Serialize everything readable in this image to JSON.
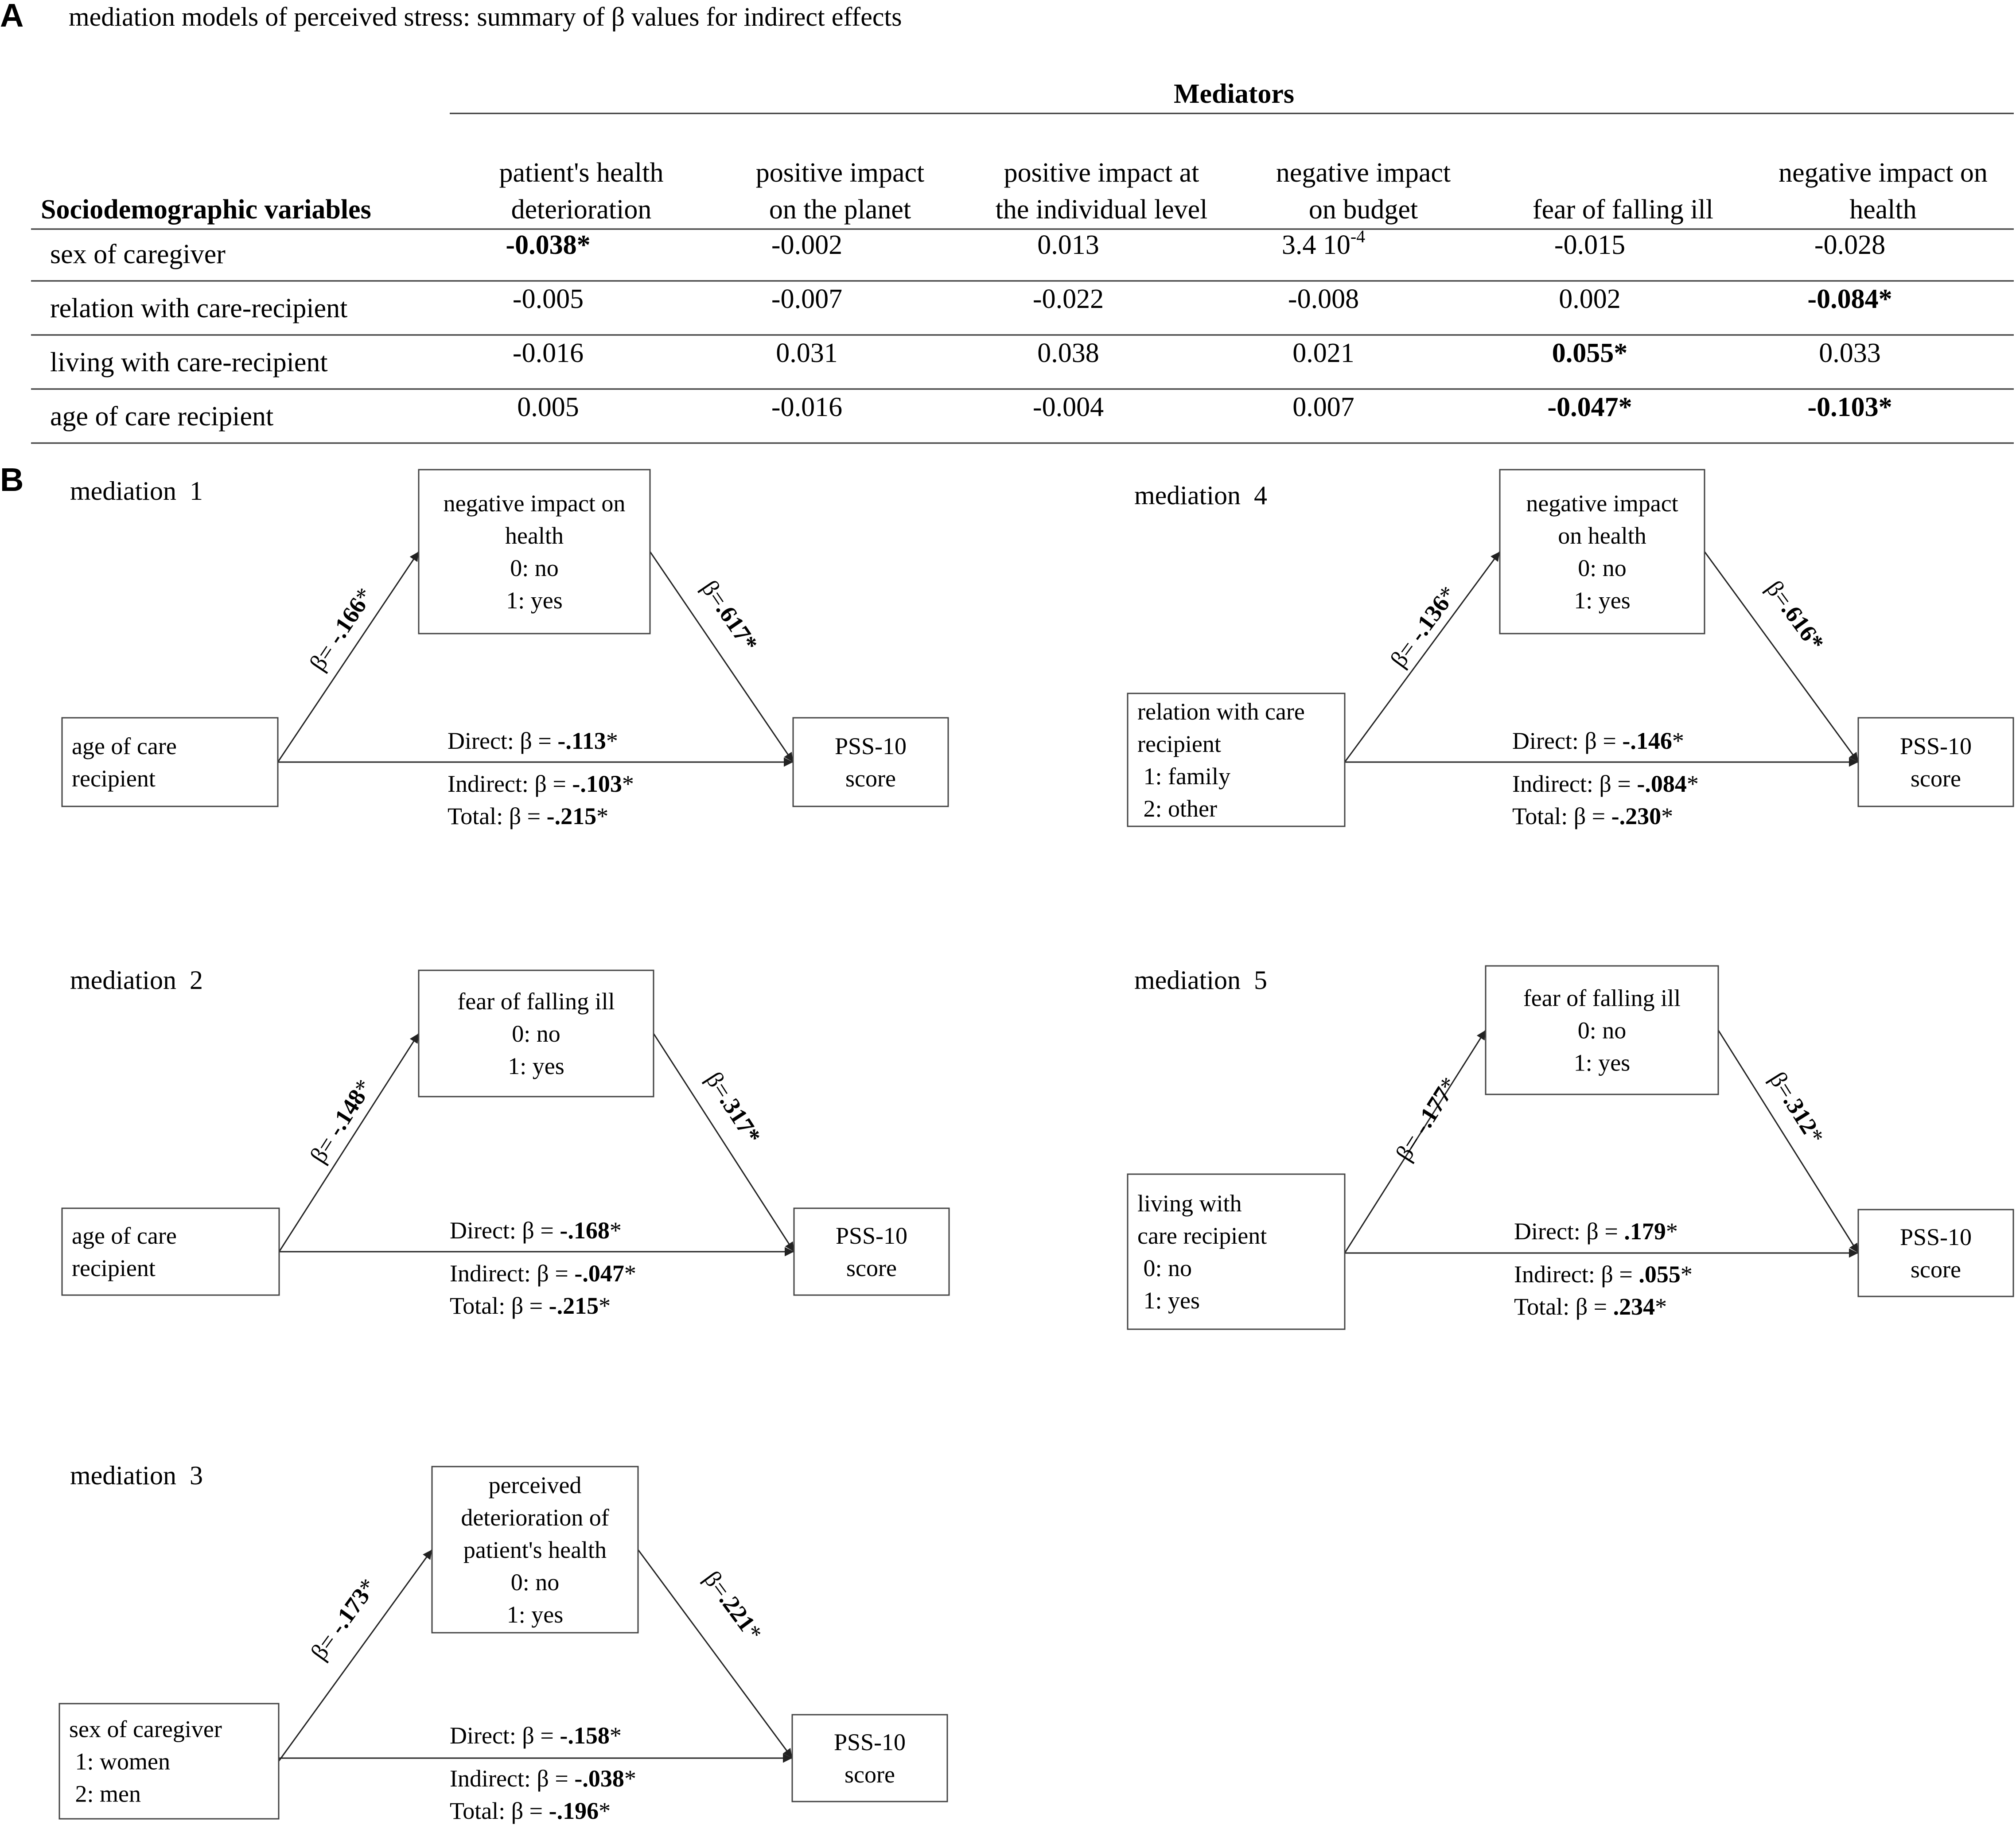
{
  "panel_a": {
    "letter": "A",
    "title": "mediation models of perceived stress: summary of β values for indirect effects",
    "mediators_header": "Mediators",
    "row_header": "Sociodemographic variables",
    "columns": [
      [
        "patient's health",
        "deterioration"
      ],
      [
        "positive impact",
        "on the planet"
      ],
      [
        "positive impact at",
        "the individual level"
      ],
      [
        "negative impact",
        "on budget"
      ],
      [
        "",
        "fear of falling ill"
      ],
      [
        "negative impact on",
        "health"
      ]
    ],
    "rows": [
      {
        "label": "sex of caregiver",
        "cells": [
          {
            "text": "-0.038*",
            "bold": true
          },
          {
            "text": "-0.002",
            "bold": false
          },
          {
            "text": "0.013",
            "bold": false
          },
          {
            "text": "3.4 10",
            "sup": "-4",
            "bold": false
          },
          {
            "text": "-0.015",
            "bold": false
          },
          {
            "text": "-0.028",
            "bold": false
          }
        ]
      },
      {
        "label": "relation with care-recipient",
        "cells": [
          {
            "text": "-0.005",
            "bold": false
          },
          {
            "text": "-0.007",
            "bold": false
          },
          {
            "text": "-0.022",
            "bold": false
          },
          {
            "text": "-0.008",
            "bold": false
          },
          {
            "text": "0.002",
            "bold": false
          },
          {
            "text": "-0.084*",
            "bold": true
          }
        ]
      },
      {
        "label": "living with care-recipient",
        "cells": [
          {
            "text": "-0.016",
            "bold": false
          },
          {
            "text": "0.031",
            "bold": false
          },
          {
            "text": "0.038",
            "bold": false
          },
          {
            "text": "0.021",
            "bold": false
          },
          {
            "text": "0.055*",
            "bold": true
          },
          {
            "text": "0.033",
            "bold": false
          }
        ]
      },
      {
        "label": "age of care recipient",
        "cells": [
          {
            "text": "0.005",
            "bold": false
          },
          {
            "text": "-0.016",
            "bold": false
          },
          {
            "text": "-0.004",
            "bold": false
          },
          {
            "text": "0.007",
            "bold": false
          },
          {
            "text": "-0.047*",
            "bold": true
          },
          {
            "text": "-0.103*",
            "bold": true
          }
        ]
      }
    ]
  },
  "panel_b": {
    "letter": "B",
    "diagrams": [
      {
        "title": "mediation  1",
        "predictor": [
          "age of care",
          "recipient"
        ],
        "mediator": [
          "negative impact on",
          "health",
          "0: no",
          "1: yes"
        ],
        "outcome": [
          "PSS-10",
          "score"
        ],
        "a_path": {
          "prefix": "β= ",
          "value": "-.166",
          "star": "*"
        },
        "b_path": {
          "prefix": "β=",
          "value": ".617*",
          "star": ""
        },
        "direct": {
          "prefix": "Direct: β = ",
          "value": "-.113",
          "star": "*"
        },
        "indirect": {
          "prefix": "Indirect: β = ",
          "value": "-.103",
          "star": "*"
        },
        "total": {
          "prefix": "Total: β = ",
          "value": "-.215",
          "star": "*"
        }
      },
      {
        "title": "mediation  2",
        "predictor": [
          "age of care",
          "recipient"
        ],
        "mediator": [
          "fear of falling ill",
          "0: no",
          "1: yes"
        ],
        "outcome": [
          "PSS-10",
          "score"
        ],
        "a_path": {
          "prefix": "β= ",
          "value": "-.148",
          "star": "*"
        },
        "b_path": {
          "prefix": "β=",
          "value": ".317*",
          "star": ""
        },
        "direct": {
          "prefix": "Direct: β = ",
          "value": "-.168",
          "star": "*"
        },
        "indirect": {
          "prefix": "Indirect: β = ",
          "value": "-.047",
          "star": "*"
        },
        "total": {
          "prefix": "Total: β = ",
          "value": "-.215",
          "star": "*"
        }
      },
      {
        "title": "mediation  3",
        "predictor": [
          "sex of caregiver",
          " 1: women",
          " 2: men"
        ],
        "mediator": [
          "perceived",
          "deterioration of",
          "patient's health",
          "0: no",
          "1: yes"
        ],
        "outcome": [
          "PSS-10",
          "score"
        ],
        "a_path": {
          "prefix": "β= ",
          "value": "-.173",
          "star": "*"
        },
        "b_path": {
          "prefix": "β=",
          "value": ".221",
          "star": "*"
        },
        "direct": {
          "prefix": "Direct: β = ",
          "value": "-.158",
          "star": "*"
        },
        "indirect": {
          "prefix": "Indirect: β = ",
          "value": "-.038",
          "star": "*"
        },
        "total": {
          "prefix": "Total: β = ",
          "value": "-.196",
          "star": "*"
        }
      },
      {
        "title": "mediation  4",
        "predictor": [
          "relation with care",
          "recipient",
          " 1: family",
          " 2: other"
        ],
        "mediator": [
          "negative impact",
          "on health",
          "0: no",
          "1: yes"
        ],
        "outcome": [
          "PSS-10",
          "score"
        ],
        "a_path": {
          "prefix": "β= ",
          "value": "-.136",
          "star": "*"
        },
        "b_path": {
          "prefix": "β=",
          "value": ".616*",
          "star": ""
        },
        "direct": {
          "prefix": "Direct: β = ",
          "value": "-.146",
          "star": "*"
        },
        "indirect": {
          "prefix": "Indirect: β = ",
          "value": "-.084",
          "star": "*"
        },
        "total": {
          "prefix": "Total: β = ",
          "value": "-.230",
          "star": "*"
        }
      },
      {
        "title": "mediation  5",
        "predictor": [
          "living with",
          "care recipient",
          " 0: no",
          " 1: yes"
        ],
        "mediator": [
          "fear of falling ill",
          "0: no",
          "1: yes"
        ],
        "outcome": [
          "PSS-10",
          "score"
        ],
        "a_path": {
          "prefix": "β= ",
          "value": "-.177",
          "star": "*"
        },
        "b_path": {
          "prefix": "β=",
          "value": ".312",
          "star": "*"
        },
        "direct": {
          "prefix": "Direct: β = ",
          "value": ".179",
          "star": "*"
        },
        "indirect": {
          "prefix": "Indirect: β = ",
          "value": ".055",
          "star": "*"
        },
        "total": {
          "prefix": "Total: β = ",
          "value": ".234",
          "star": "*"
        }
      }
    ]
  }
}
